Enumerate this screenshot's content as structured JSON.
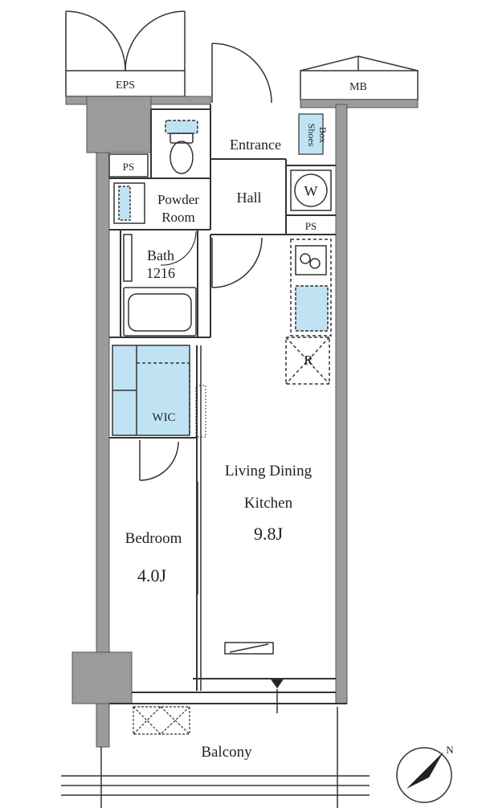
{
  "labels": {
    "eps": "EPS",
    "mb": "MB",
    "ps_left": "PS",
    "ps_right": "PS",
    "entrance": "Entrance",
    "shoes": "Shoes",
    "box": "Box",
    "washer": "W",
    "hall": "Hall",
    "powder_1": "Powder",
    "powder_2": "Room",
    "bath_1": "Bath",
    "bath_2": "1216",
    "wic": "WIC",
    "fridge": "R",
    "ldk_1": "Living Dining",
    "ldk_2": "Kitchen",
    "ldk_size": "9.8J",
    "bedroom": "Bedroom",
    "bedroom_size": "4.0J",
    "balcony": "Balcony",
    "north": "N"
  },
  "colors": {
    "wall": "#9b9b9b",
    "line": "#333333",
    "accent": "#bfe3f2"
  }
}
